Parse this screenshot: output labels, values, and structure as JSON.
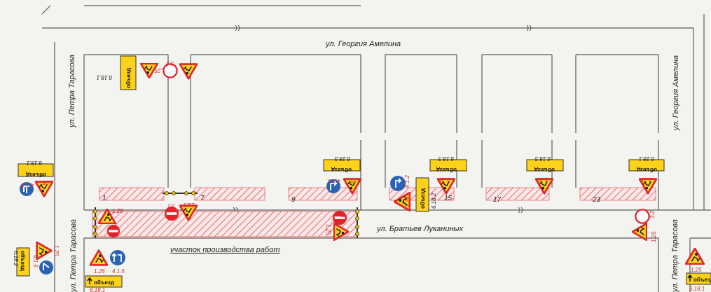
{
  "streets": {
    "georgia_amelina_top": "ул. Георгия Амелина",
    "georgia_amelina_right": "ул. Георгия Амелина",
    "petra_tarasova_left_top": "ул. Петра Тарасова",
    "petra_tarasova_left_bottom": "ул. Петра Тарасова",
    "petra_tarasova_right": "ул. Петра Тарасова",
    "bratiev_lukaninykh": "ул. Братьев Луканиных"
  },
  "work_zone_label": "участок производства работ",
  "buildings": [
    "1",
    "7",
    "9",
    "15",
    "17",
    "23"
  ],
  "signs": {
    "sign_6_18_1": "6.18.1",
    "sign_6_18_2": "6.18.2",
    "sign_6_18_3": "6.18.3",
    "sign_1_25": "1.25",
    "sign_3_1": "3.1",
    "sign_3_2": "3.2",
    "sign_4_1_2": "4.1.2",
    "sign_4_1_3": "4.1.3",
    "sign_4_1_5": "4.1.5",
    "sign_4_1_6": "4.1.6",
    "detour_word": "объезд"
  },
  "colors": {
    "background": "#f3f3ef",
    "road_lines": "#5b5b5b",
    "hatch": "#e86a6a",
    "sign_red": "#e0242a",
    "sign_yellow": "#ffd21a",
    "sign_blue": "#2a63b5",
    "code_text": "#d03030"
  }
}
